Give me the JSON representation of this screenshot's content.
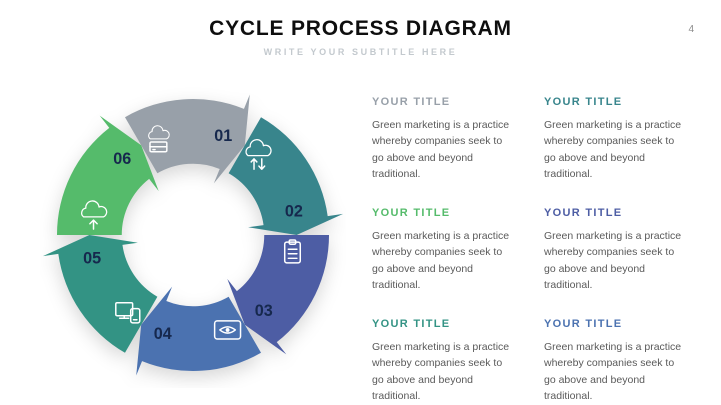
{
  "page": {
    "number": "4"
  },
  "header": {
    "title": "CYCLE PROCESS DIAGRAM",
    "subtitle": "WRITE YOUR SUBTITLE HERE"
  },
  "diagram": {
    "segments": [
      {
        "number": "01",
        "color": "#98a0a9",
        "icon": "cloud-database-icon"
      },
      {
        "number": "02",
        "color": "#38858c",
        "icon": "cloud-sync-icon"
      },
      {
        "number": "03",
        "color": "#4d5da4",
        "icon": "clipboard-checklist-icon"
      },
      {
        "number": "04",
        "color": "#4b72b0",
        "icon": "eye-scan-icon"
      },
      {
        "number": "05",
        "color": "#339384",
        "icon": "devices-icon"
      },
      {
        "number": "06",
        "color": "#55bb6b",
        "icon": "cloud-upload-icon"
      }
    ],
    "number_color": "#16284d"
  },
  "content": {
    "blocks": [
      {
        "title": "YOUR TITLE",
        "title_color": "#98a0a9",
        "body": "Green marketing is a practice\nwhereby companies seek to\ngo above and beyond\ntraditional."
      },
      {
        "title": "YOUR TITLE",
        "title_color": "#38858c",
        "body": "Green marketing is a practice\nwhereby companies seek to\ngo above and beyond\ntraditional."
      },
      {
        "title": "YOUR TITLE",
        "title_color": "#55bb6b",
        "body": "Green marketing is a practice\nwhereby companies seek to\ngo above and beyond\ntraditional."
      },
      {
        "title": "YOUR TITLE",
        "title_color": "#4d5da4",
        "body": "Green marketing is a practice\nwhereby companies seek to\ngo above and beyond\ntraditional."
      },
      {
        "title": "YOUR TITLE",
        "title_color": "#339384",
        "body": "Green marketing is a practice\nwhereby companies seek to\ngo above and beyond\ntraditional."
      },
      {
        "title": "YOUR TITLE",
        "title_color": "#4b72b0",
        "body": "Green marketing is a practice\nwhereby companies seek to\ngo above and beyond\ntraditional."
      }
    ]
  }
}
